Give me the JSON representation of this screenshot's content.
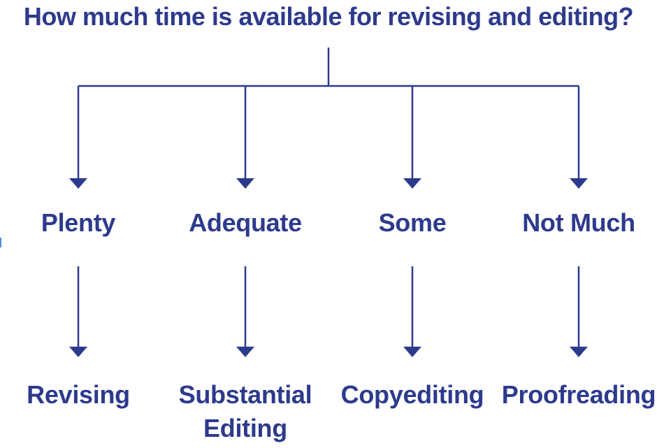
{
  "question": "How much time is available for revising and editing?",
  "options": [
    {
      "label": "Plenty",
      "outcome": [
        "Revising"
      ]
    },
    {
      "label": "Adequate",
      "outcome": [
        "Substantial",
        "Editing"
      ]
    },
    {
      "label": "Some",
      "outcome": [
        "Copyediting"
      ]
    },
    {
      "label": "Not Much",
      "outcome": [
        "Proofreading"
      ]
    }
  ],
  "colors": {
    "accent": "#2d3a8c"
  }
}
